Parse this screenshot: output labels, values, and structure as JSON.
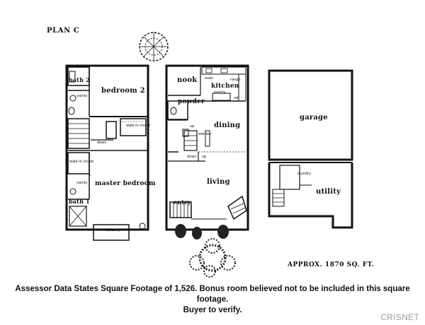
{
  "plan_title": "PLAN C",
  "upper_floor": {
    "bath_2": "bath 2",
    "bedroom_2": "bedroom 2",
    "vanity_top": "vanity",
    "walk_in_closet": "walk-in closet",
    "down": "down",
    "walk_in_closet_2": "walk-in closet",
    "vanity_bottom": "vanity",
    "master_bedroom": "master bedroom",
    "bath_1": "bath 1",
    "balcony": "balcony"
  },
  "main_floor": {
    "nook": "nook",
    "oven": "oven",
    "kitchen": "kitchen",
    "range": "range",
    "pantry": "pantry",
    "ref": "ref",
    "powder": "powder",
    "dining": "dining",
    "up": "up",
    "wet_bar": "wet bar",
    "down": "down",
    "up_2": "up",
    "living": "living",
    "entry": "entry"
  },
  "lower_level": {
    "garage": "garage",
    "laundry": "laundry",
    "utility": "utility"
  },
  "area_note": "APPROX. 1870 SQ. FT.",
  "disclaimer": {
    "line1": "Assessor Data States Square Footage of 1,526. Bonus room believed not to be included in this square footage.",
    "line2": "Buyer to verify."
  },
  "watermark": "CRISNET"
}
